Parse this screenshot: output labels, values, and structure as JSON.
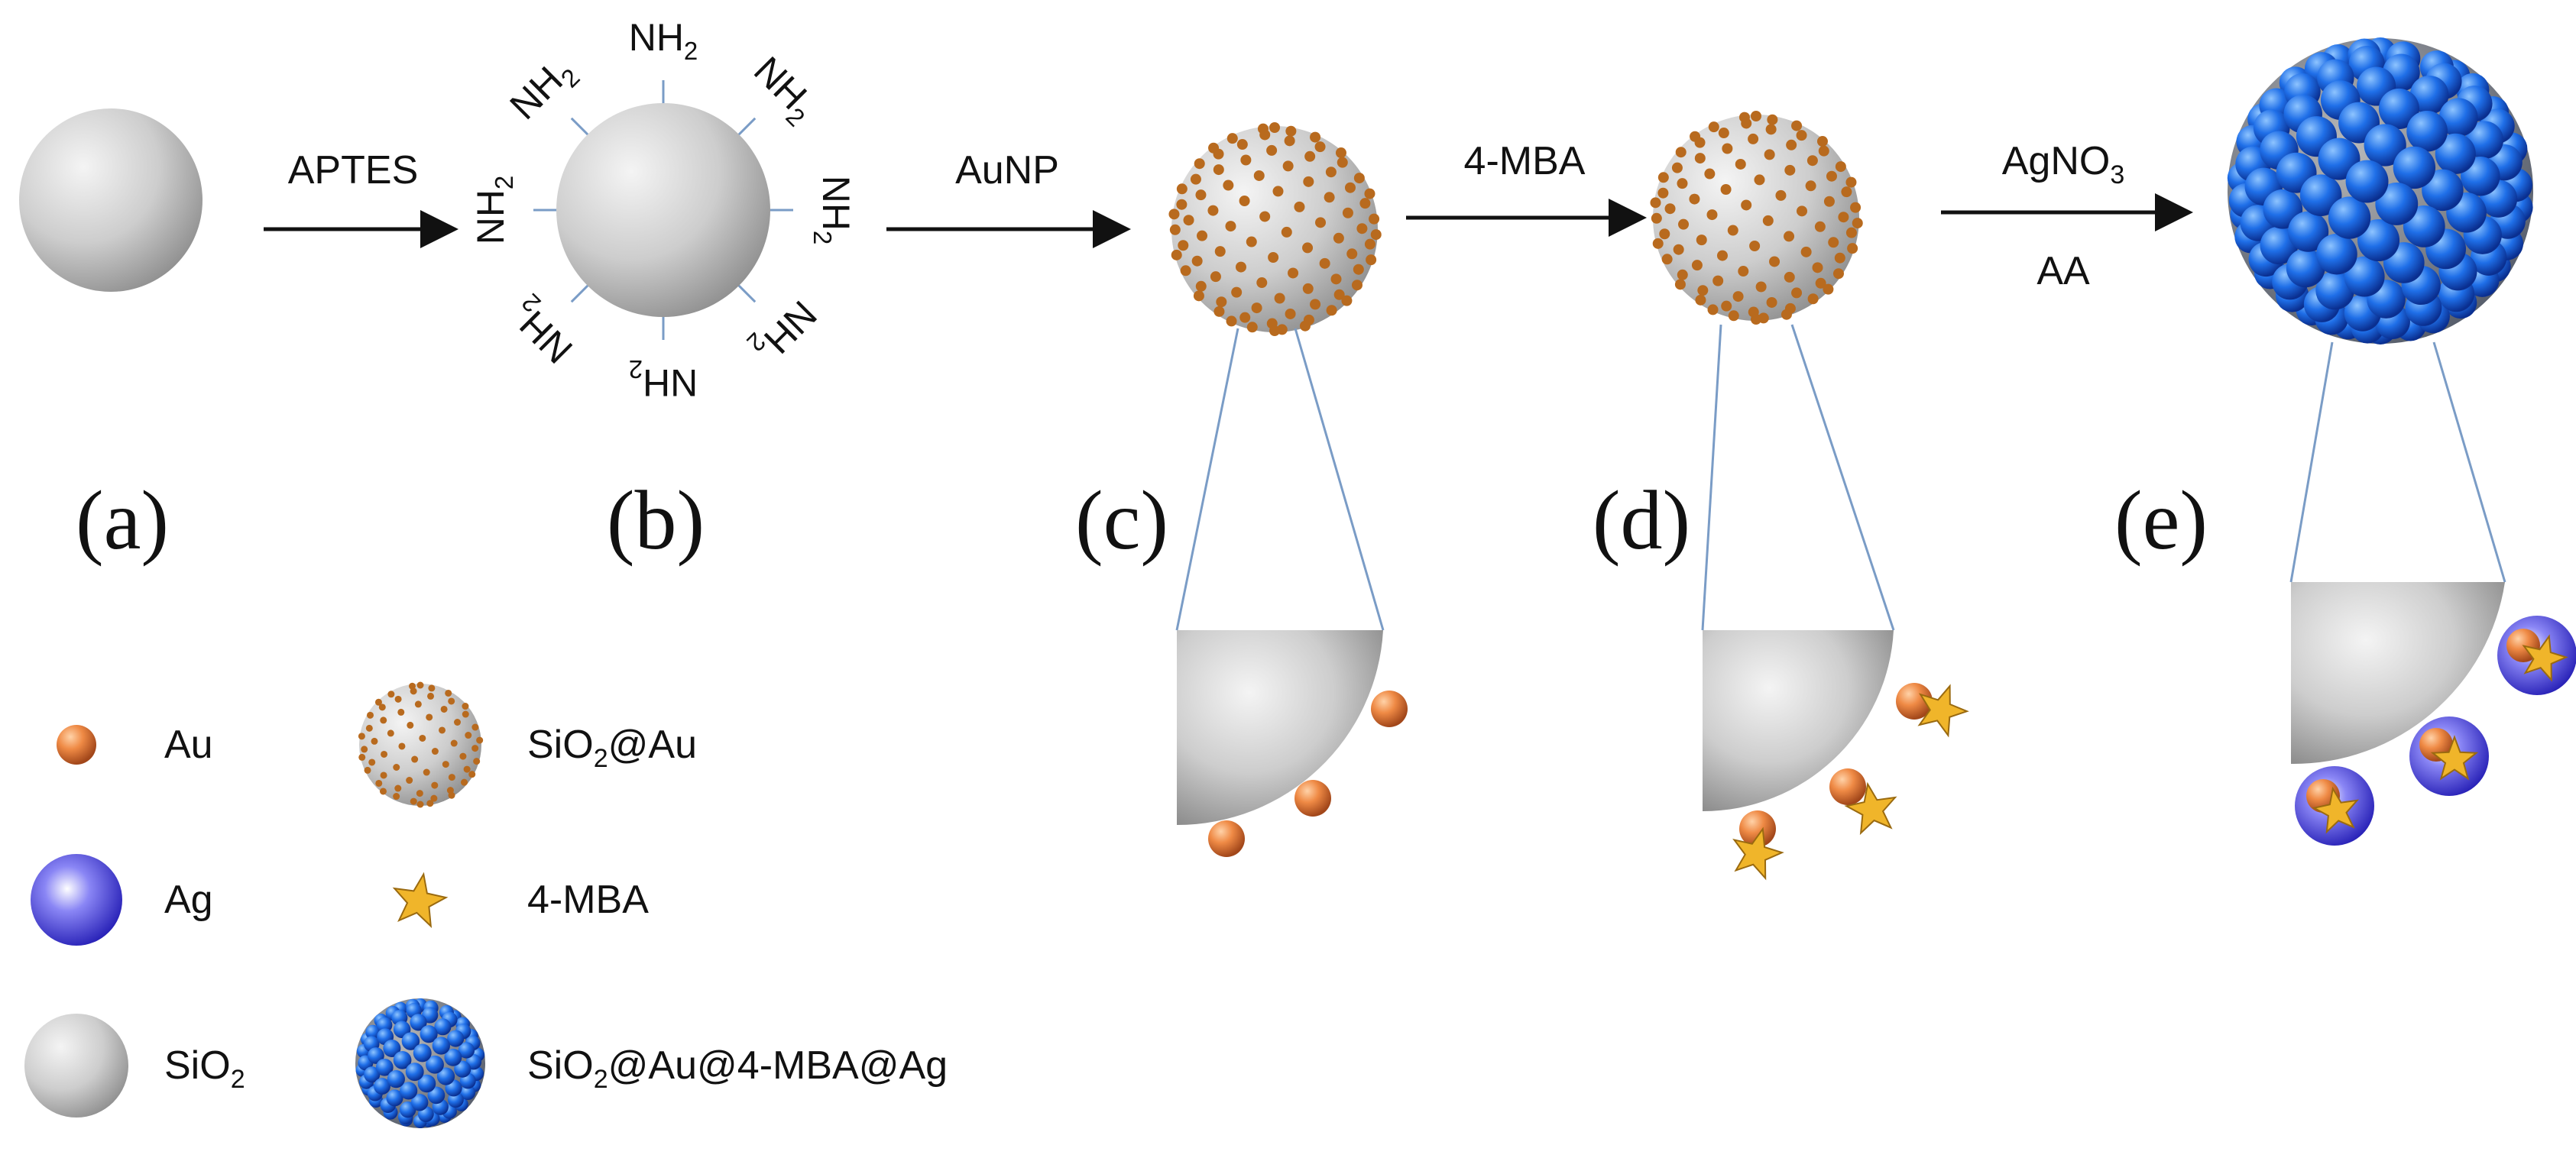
{
  "steps": [
    {
      "reagent": "APTES"
    },
    {
      "reagent": "AuNP"
    },
    {
      "reagent": "4-MBA"
    },
    {
      "reagent": "AgNO3",
      "reagent_sub": "3",
      "reagent_base": "AgNO",
      "reagent_below": "AA"
    }
  ],
  "amine": {
    "base": "NH",
    "sub": "2"
  },
  "panels": [
    "(a)",
    "(b)",
    "(c)",
    "(d)",
    "(e)"
  ],
  "legend": {
    "au": "Au",
    "ag": "Ag",
    "sio2_base": "SiO",
    "sio2_sub": "2",
    "sio2au_base": "SiO",
    "sio2au_sub": "2",
    "sio2au_rest": "@Au",
    "mba": "4-MBA",
    "full_base": "SiO",
    "full_sub": "2",
    "full_rest": "@Au@4-MBA@Ag"
  },
  "colors": {
    "silica": "#cfcfcf",
    "gold": "#e0783a",
    "gold_dot": "#b86a1e",
    "silver": "#3a36d8",
    "blue_shell": "#1f5fe0",
    "star": "#f0b52a",
    "connector": "#7a9cc6"
  }
}
